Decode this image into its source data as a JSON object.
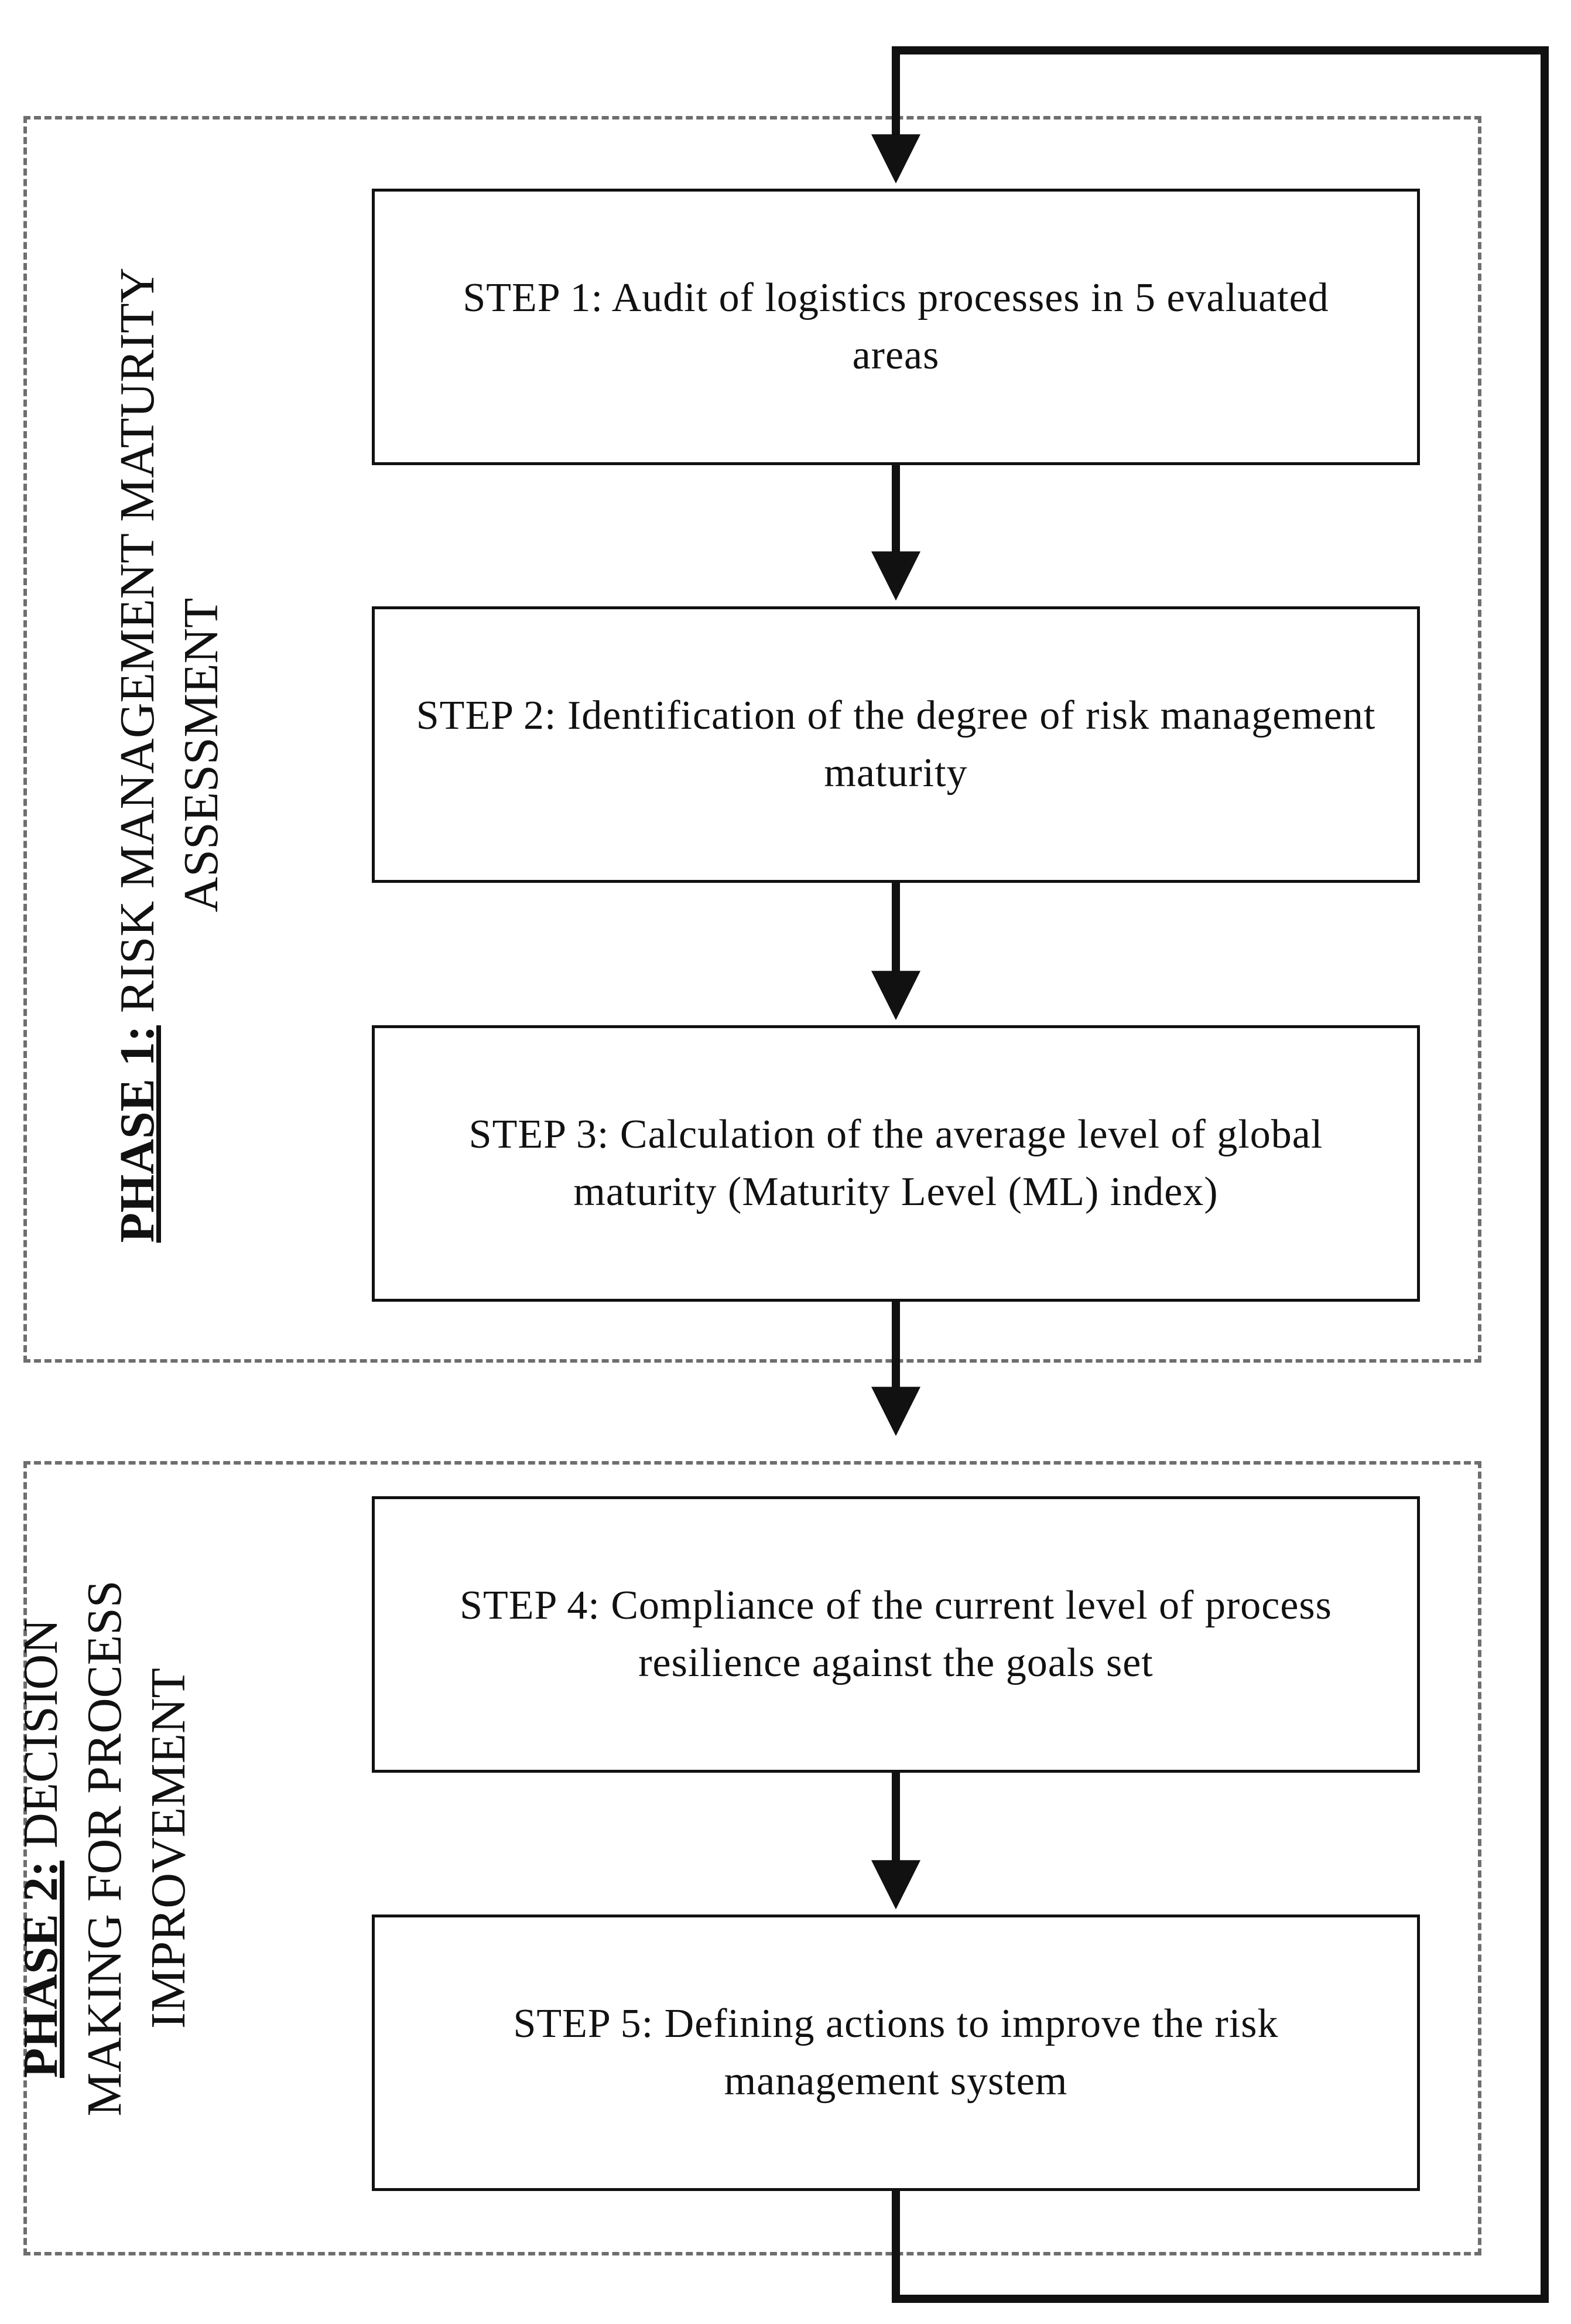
{
  "diagram": {
    "phases": [
      {
        "tag": "PHASE 1:",
        "title": "RISK MANAGEMENT MATURITY ASSESSMENT"
      },
      {
        "tag": "PHASE 2:",
        "title": "DECISION MAKING FOR PROCESS IMPROVEMENT"
      }
    ],
    "steps": [
      {
        "text": "STEP 1: Audit of logistics processes in 5 evaluated areas"
      },
      {
        "text": "STEP 2: Identification of the degree of risk management maturity"
      },
      {
        "text": "STEP 3: Calculation of the average level of global maturity (Maturity Level (ML) index)"
      },
      {
        "text": "STEP 4: Compliance of the current level of process resilience against the goals set"
      },
      {
        "text": "STEP 5: Defining actions to improve the risk management system"
      }
    ],
    "connectors": [
      {
        "from": "STEP 1",
        "to": "STEP 2"
      },
      {
        "from": "STEP 2",
        "to": "STEP 3"
      },
      {
        "from": "STEP 3",
        "to": "STEP 4"
      },
      {
        "from": "STEP 4",
        "to": "STEP 5"
      },
      {
        "from": "STEP 5",
        "to": "STEP 1",
        "kind": "feedback-loop"
      }
    ],
    "colors": {
      "line": "#111111",
      "dashed_frame": "#6e6e6e",
      "background": "#ffffff"
    }
  }
}
